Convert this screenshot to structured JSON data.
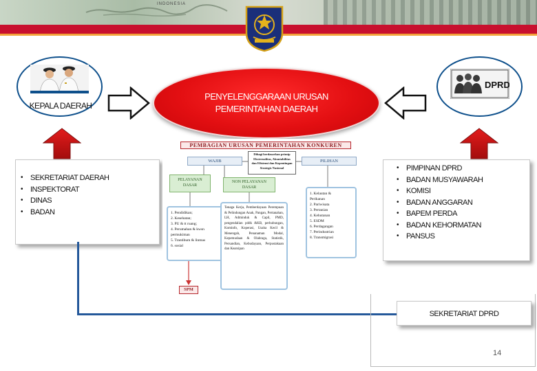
{
  "colors": {
    "ellipse_red": "#e30f12",
    "arrow_red": "#e31c1c",
    "frame_blue": "#24589a",
    "header_red": "#c8102e"
  },
  "header": {
    "banner_word": "INDONESIA"
  },
  "left": {
    "label": "KEPALA DAERAH",
    "items": [
      "SEKRETARIAT DAERAH",
      "INSPEKTORAT",
      "DINAS",
      "BADAN"
    ]
  },
  "center": {
    "line1": "PENYELENGGARAAN URUSAN",
    "line2": "PEMERINTAHAN DAERAH"
  },
  "right": {
    "logo_text": "DPRD",
    "items": [
      "PIMPINAN DPRD",
      "BADAN MUSYAWARAH",
      "KOMISI",
      "BADAN ANGGARAN",
      "BAPEM PERDA",
      "BADAN KEHORMATAN",
      "PANSUS"
    ],
    "secretariat": "SEKRETARIAT DPRD"
  },
  "inner_diagram": {
    "title": "PEMBAGIAN URUSAN PEMERINTAHAN KONKUREN",
    "wajib": "WAJIB",
    "pilihan": "PILIHAN",
    "note_lines": [
      "Dibagi berdasarkan prinsip",
      "Eksternalitas, Akuntabilitas",
      "dan Efisiensi dan Kepentingan",
      "Strategis Nasional"
    ],
    "pelayanan_dasar": [
      "PELAYANAN",
      "DASAR"
    ],
    "non_pelayanan_dasar": [
      "NON PELAYANAN",
      "DASAR"
    ],
    "pd_list": [
      "1. Pendidikan;",
      "2. Kesehatan;",
      "3. PU & tt ruang;",
      "4. Perumahan & kwsn",
      "   permukiman",
      "5. Trantibum & linmas",
      "6. sosial"
    ],
    "npd_text": "Tenaga Kerja, Pemberdayaan Perempuan & Pelindungan Anak, Pangan, Pertanahan, LH, Adminduk & Capil, PMD, pengendalian pddk &KB, perhubungan, Kominfo, Koperasi, Usaha Kecil & Menengah, Penanaman Modal, Kepemudaan & Olahraga, Statistik, Persandian, Kebudayaan, Perpustakaan dan Kearsipan",
    "pilihan_list": [
      "1. Kelautan &",
      "   Perikanan",
      "2. Pariwisata",
      "3. Pertanian",
      "4. Kehutanan",
      "5. ESDM",
      "6. Perdagangan",
      "7. Perindustrian",
      "8. Transmigrasi"
    ],
    "spm": "SPM"
  },
  "page_number": "14"
}
